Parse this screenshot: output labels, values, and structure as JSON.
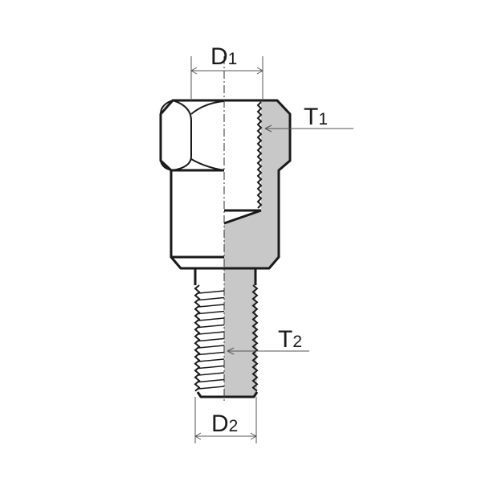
{
  "labels": {
    "d1": {
      "main": "D",
      "sub": "1"
    },
    "t1": {
      "main": "T",
      "sub": "1"
    },
    "t2": {
      "main": "T",
      "sub": "2"
    },
    "d2": {
      "main": "D",
      "sub": "2"
    }
  },
  "colors": {
    "section_fill": "#c8c8c8",
    "outline": "#1a1a1a"
  }
}
